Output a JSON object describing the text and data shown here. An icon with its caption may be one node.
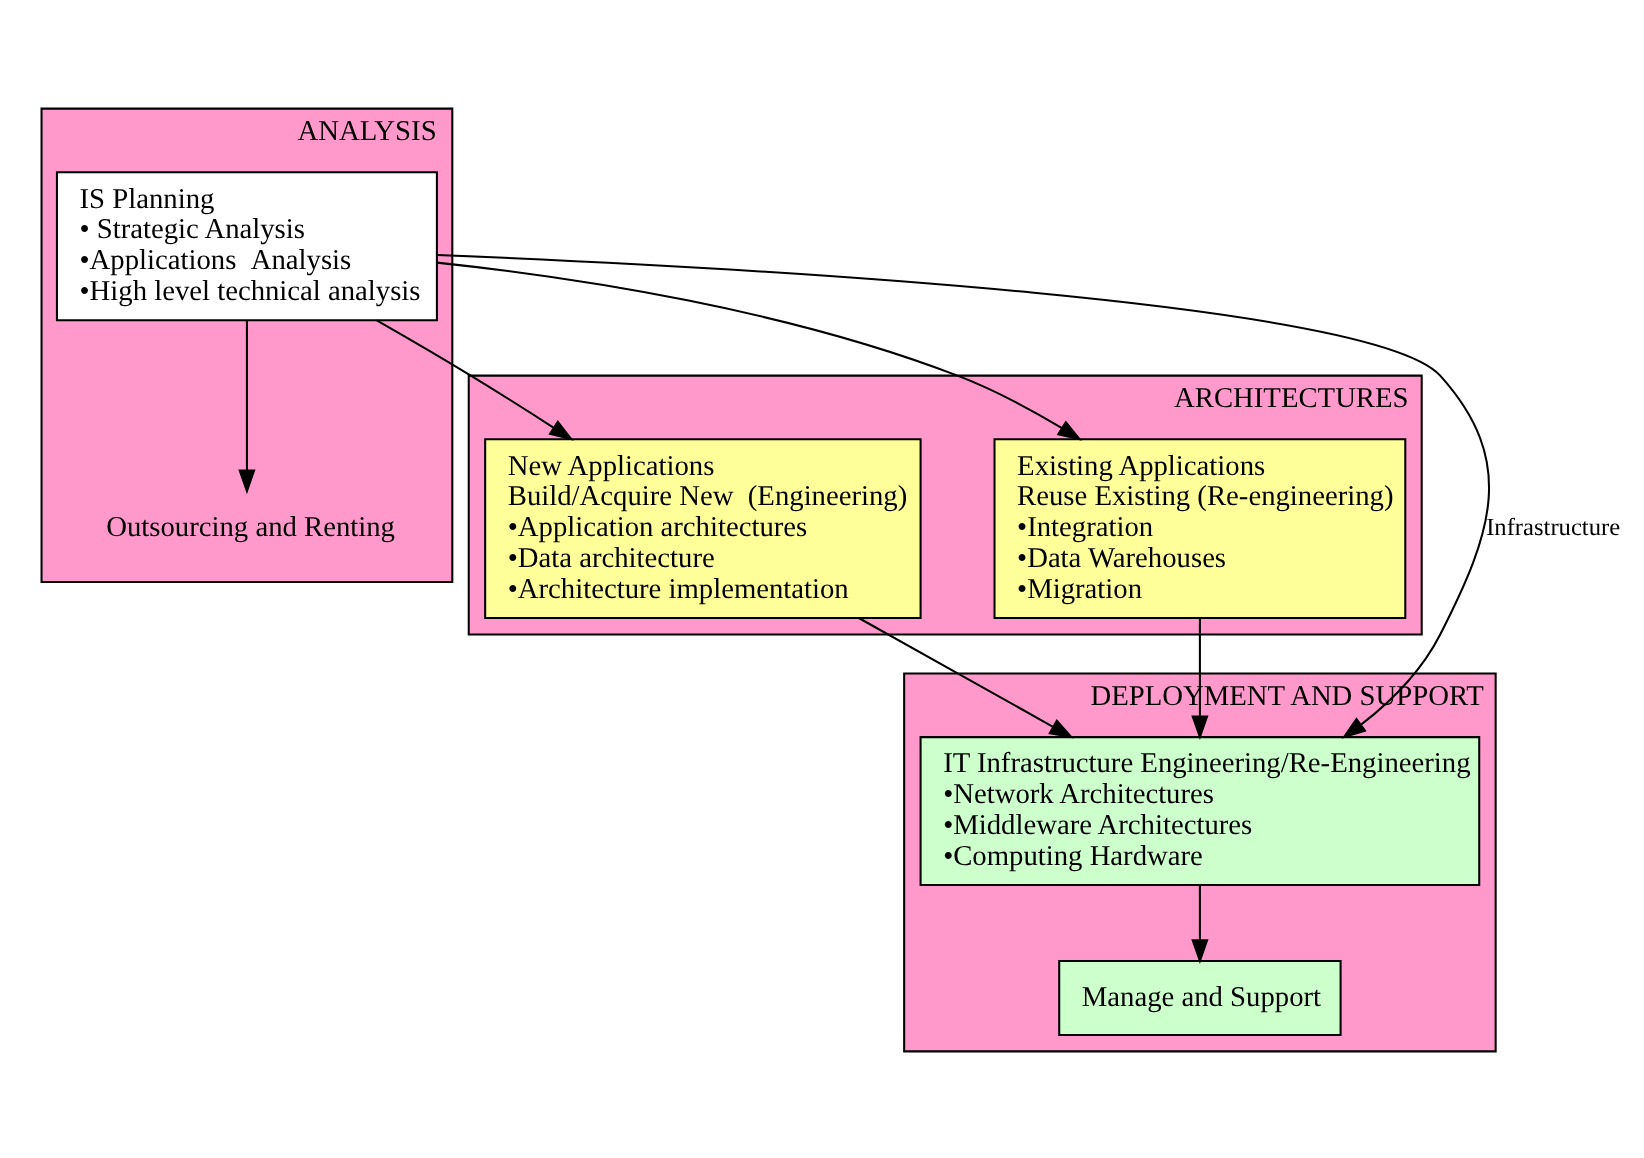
{
  "diagram": {
    "nodes": [
      {
        "text": [
          "ANALYSIS"
        ]
      },
      {
        "text": [
          "IS Planning",
          "• Strategic Analysis",
          "•Applications  Analysis",
          "•High level technical analysis"
        ],
        "in": 0
      },
      {
        "text": [
          "Outsourcing and Renting"
        ],
        "in": 0
      },
      {
        "text": [
          "ARCHITECTURES"
        ]
      },
      {
        "text": [
          "New Applications",
          "Build/Acquire New  (Engineering)",
          "•Application architectures",
          "•Data architecture",
          "•Architecture implementation"
        ],
        "in": 3
      },
      {
        "text": [
          "Existing Applications",
          "Reuse Existing (Re-engineering)",
          "•Integration",
          "•Data Warehouses",
          "•Migration"
        ],
        "in": 3
      },
      {
        "text": [
          "DEPLOYMENT AND SUPPORT"
        ]
      },
      {
        "text": [
          "IT Infrastructure Engineering/Re-Engineering",
          "•Network Architectures",
          "•Middleware Architectures",
          "•Computing Hardware"
        ],
        "in": 6
      },
      {
        "text": [
          "Manage and Support"
        ],
        "in": 6
      }
    ],
    "edges": [
      {
        "from": 1,
        "to": 2,
        "arrow": "to"
      },
      {
        "from": 1,
        "to": 4,
        "arrow": "to"
      },
      {
        "from": 1,
        "to": 5,
        "arrow": "to"
      },
      {
        "from": 1,
        "to": 7,
        "arrow": "to",
        "label": "Infrastructure"
      },
      {
        "from": 4,
        "to": 7,
        "arrow": "to"
      },
      {
        "from": 5,
        "to": 7,
        "arrow": "to"
      },
      {
        "from": 7,
        "to": 8,
        "arrow": "to"
      }
    ]
  }
}
